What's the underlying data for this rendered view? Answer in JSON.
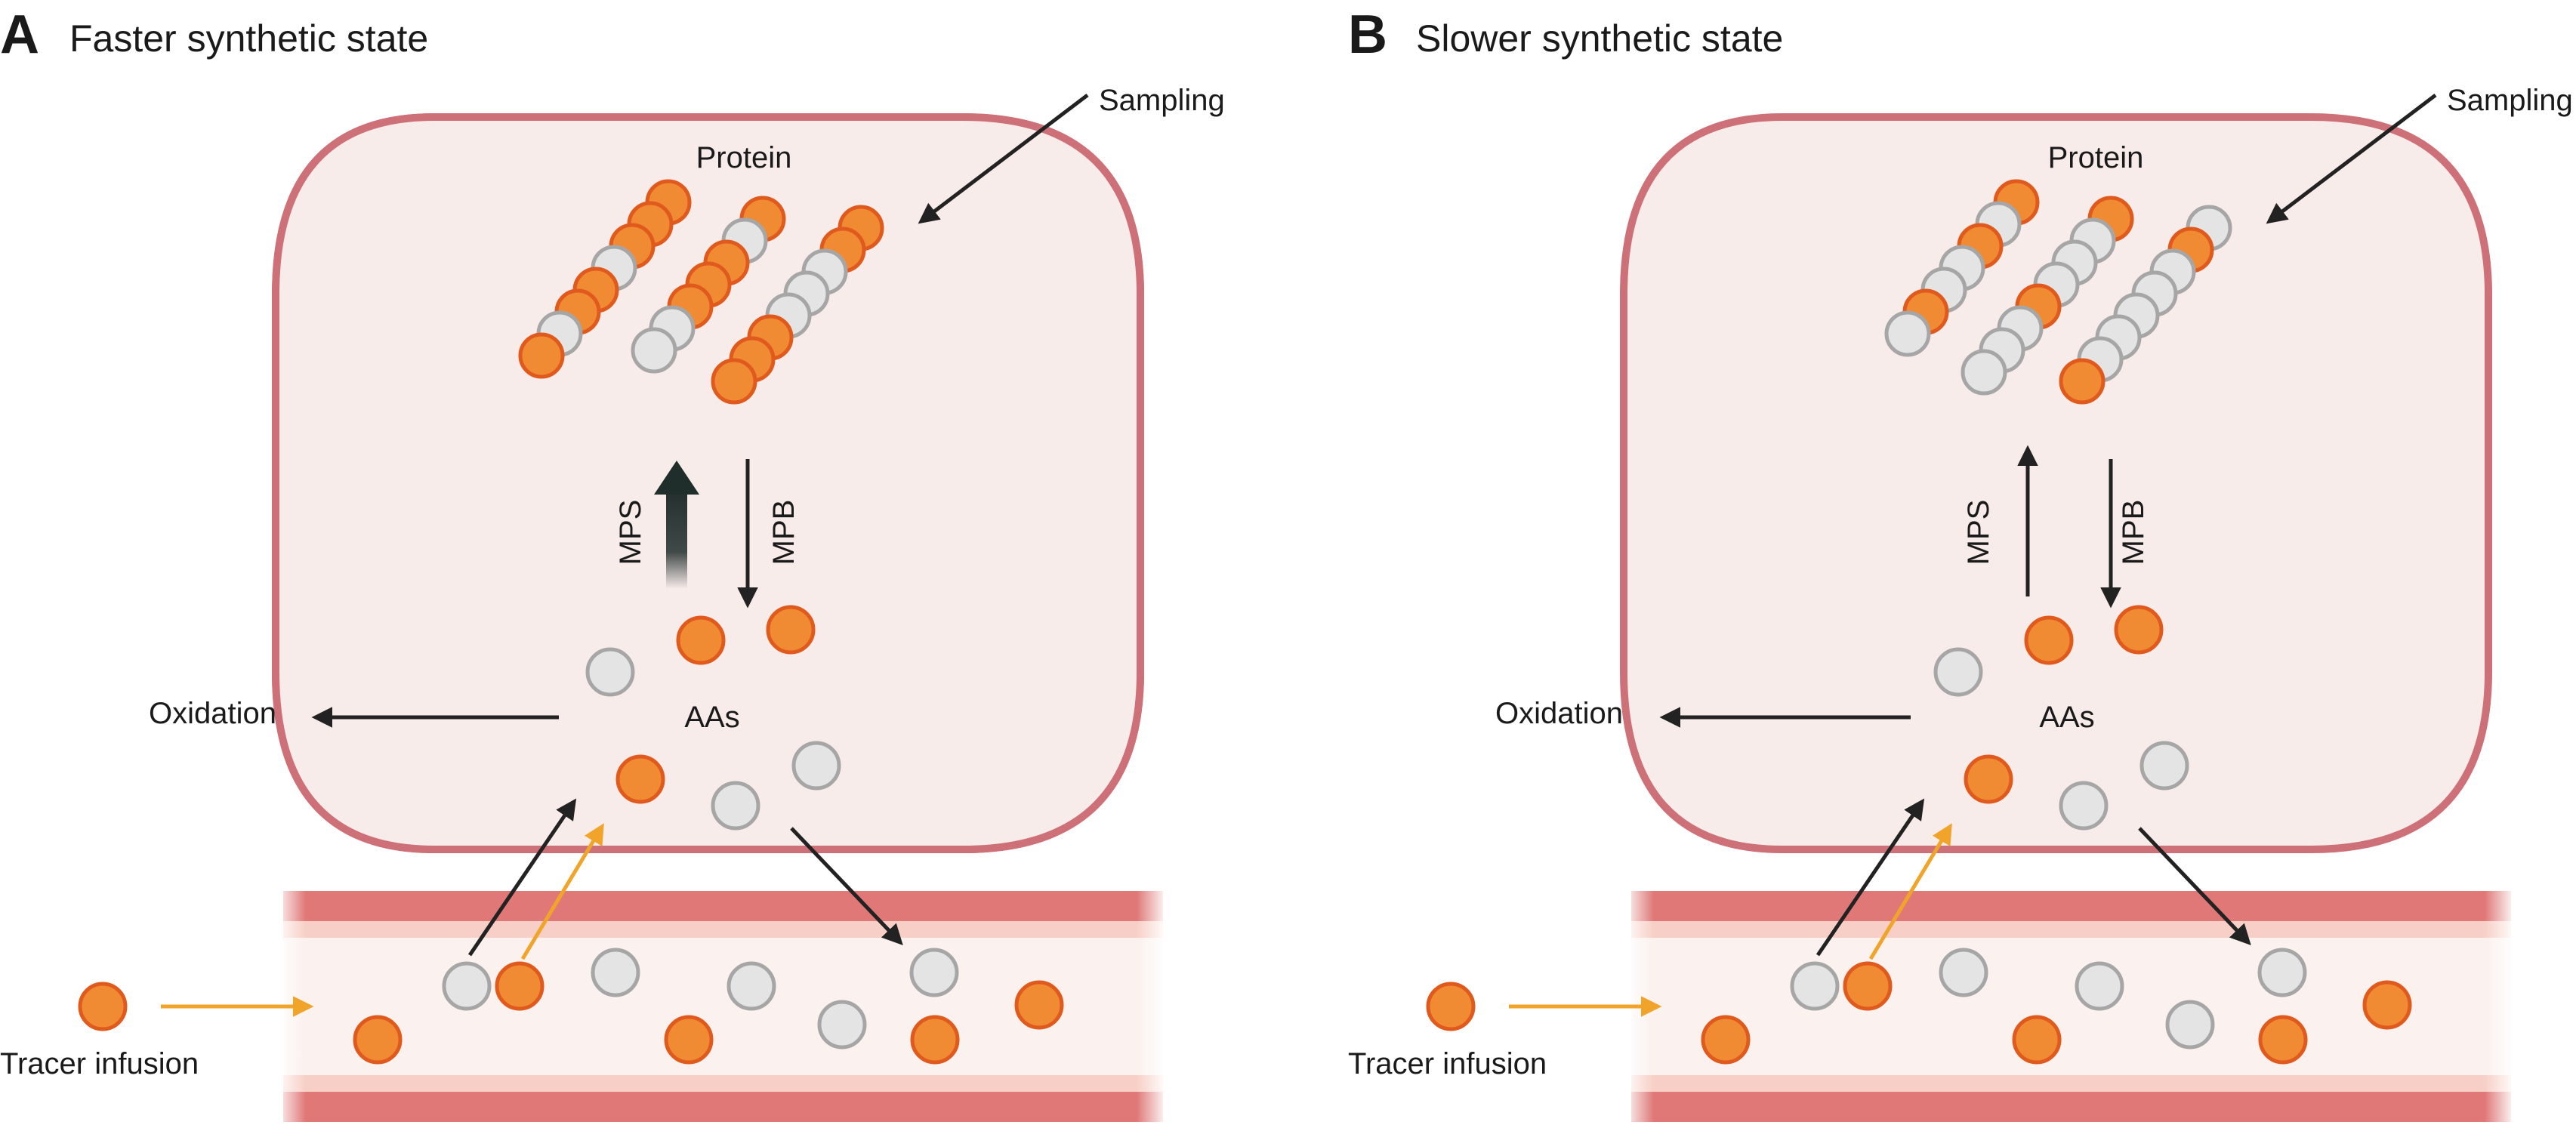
{
  "panels": [
    {
      "letter": "A",
      "title": "Faster synthetic state",
      "labels": {
        "sampling": "Sampling",
        "protein": "Protein",
        "mps": "MPS",
        "mpb": "MPB",
        "aas": "AAs",
        "oxidation": "Oxidation",
        "tracer": "Tracer infusion"
      },
      "mps_arrow_style": "bold",
      "protein_chains": [
        [
          "o",
          "o",
          "o",
          "g",
          "o",
          "o",
          "g",
          "o"
        ],
        [
          "o",
          "g",
          "o",
          "o",
          "o",
          "g",
          "g"
        ],
        [
          "o",
          "o",
          "g",
          "g",
          "g",
          "o",
          "o",
          "o"
        ]
      ],
      "pool_beads": [
        "g",
        "o",
        "o",
        "o",
        "g",
        "g"
      ],
      "vessel_beads": [
        "o",
        "g",
        "o",
        "g",
        "o",
        "g",
        "g",
        "g",
        "o",
        "o"
      ]
    },
    {
      "letter": "B",
      "title": "Slower synthetic state",
      "labels": {
        "sampling": "Sampling",
        "protein": "Protein",
        "mps": "MPS",
        "mpb": "MPB",
        "aas": "AAs",
        "oxidation": "Oxidation",
        "tracer": "Tracer infusion"
      },
      "mps_arrow_style": "thin",
      "protein_chains": [
        [
          "o",
          "g",
          "o",
          "g",
          "g",
          "o",
          "g"
        ],
        [
          "o",
          "g",
          "g",
          "g",
          "o",
          "g",
          "g",
          "g"
        ],
        [
          "g",
          "o",
          "g",
          "g",
          "g",
          "g",
          "g",
          "o"
        ]
      ],
      "pool_beads": [
        "g",
        "o",
        "o",
        "o",
        "g",
        "g"
      ],
      "vessel_beads": [
        "o",
        "g",
        "o",
        "g",
        "o",
        "g",
        "g",
        "g",
        "o",
        "o"
      ]
    }
  ],
  "colors": {
    "tracer_orange": "#F08A33",
    "tracer_stroke": "#E05A1E",
    "unlabeled_gray": "#E4E4E4",
    "unlabeled_stroke": "#A6A6A6",
    "cell_fill": "#F8ECEA",
    "cell_stroke": "#CE7077",
    "vessel_wall": "#E07878",
    "vessel_inner_band": "#F7CFC6",
    "vessel_lumen": "#FBF1EE",
    "arrow_dark": "#222222",
    "infusion_arrow": "#F0A42A"
  },
  "icons": {
    "tracer_bead": "orange-circle",
    "unlabeled_bead": "gray-circle"
  }
}
